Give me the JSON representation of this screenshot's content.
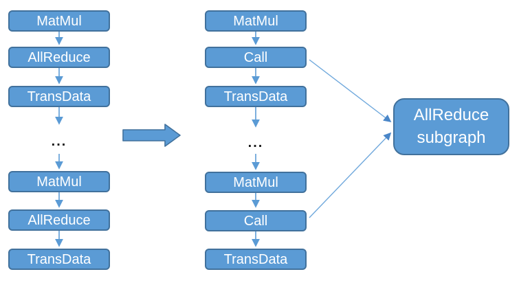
{
  "diagram": {
    "left_column": {
      "nodes": [
        "MatMul",
        "AllReduce",
        "TransData",
        "MatMul",
        "AllReduce",
        "TransData"
      ],
      "ellipsis": "..."
    },
    "right_column": {
      "nodes": [
        "MatMul",
        "Call",
        "TransData",
        "MatMul",
        "Call",
        "TransData"
      ],
      "ellipsis": "..."
    },
    "subgraph_box": {
      "label": "AllReduce subgraph"
    },
    "colors": {
      "node_fill": "#5b9bd5",
      "node_border": "#41719c",
      "node_text": "#ffffff",
      "connector": "#5b9bd5",
      "diagonal_connector": "#6fa8dc",
      "ellipsis_text": "#1a1a1a",
      "background": "#ffffff"
    }
  }
}
